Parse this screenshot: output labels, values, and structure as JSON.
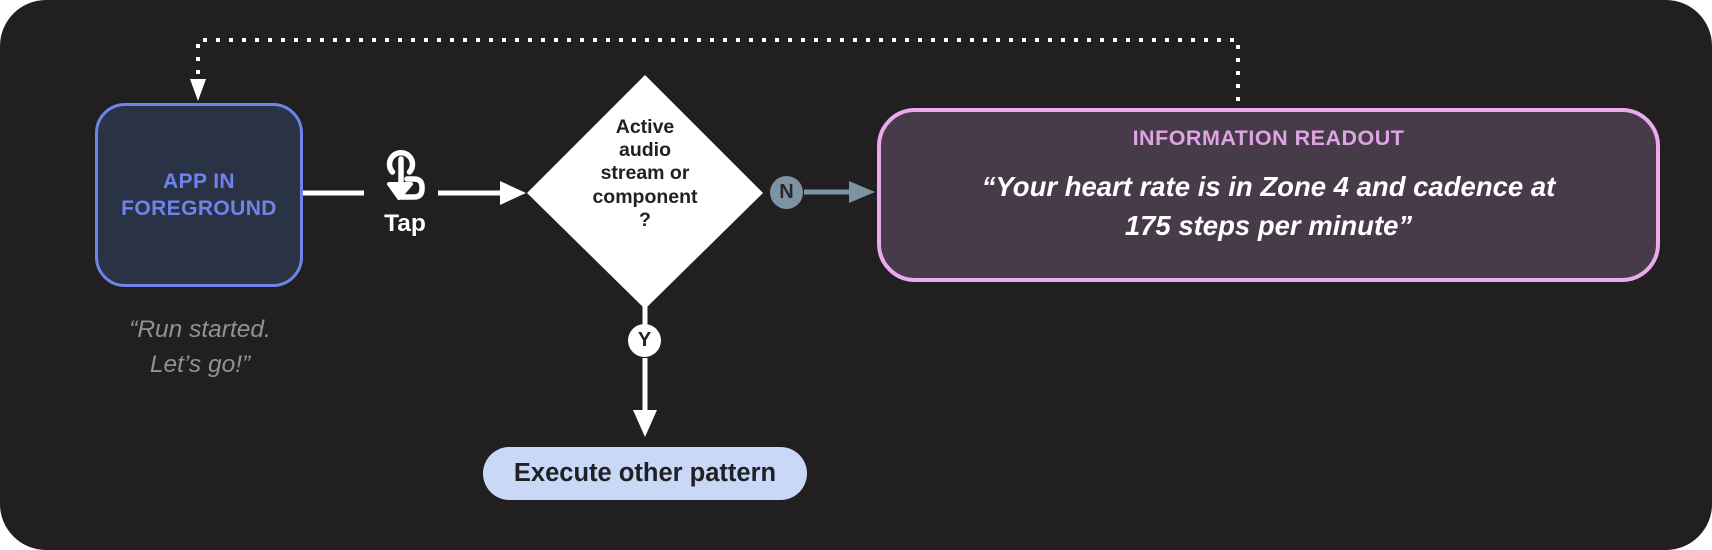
{
  "theme": {
    "outer-bg": "#ffffff",
    "panel-bg": "#211F20",
    "white": "#FFFFFF",
    "dark-text": "#202124",
    "gray-text": "#8F9398",
    "blue-accent": "#6F83E8",
    "blue-fill": "#2A3245",
    "slate": "#7E93A2",
    "pill-fill": "#C9D8F7",
    "pink-accent": "#EBA9EE",
    "pink-title": "#DFA4E4",
    "pink-fill": "#473B49"
  },
  "diagram": {
    "app_box": {
      "label": "APP IN\nFOREGROUND"
    },
    "app_quote": "“Run started.\nLet’s go!”",
    "tap": {
      "label": "Tap",
      "icon": "tap-gesture-icon"
    },
    "decision": {
      "label": "Active\naudio\nstream or\ncomponent\n?"
    },
    "no_badge": "N",
    "yes_badge": "Y",
    "info_box": {
      "title": "INFORMATION READOUT",
      "quote": "“Your heart rate is in Zone 4 and cadence at\n175 steps per minute”"
    },
    "execute_pill": {
      "label": "Execute other pattern"
    }
  }
}
